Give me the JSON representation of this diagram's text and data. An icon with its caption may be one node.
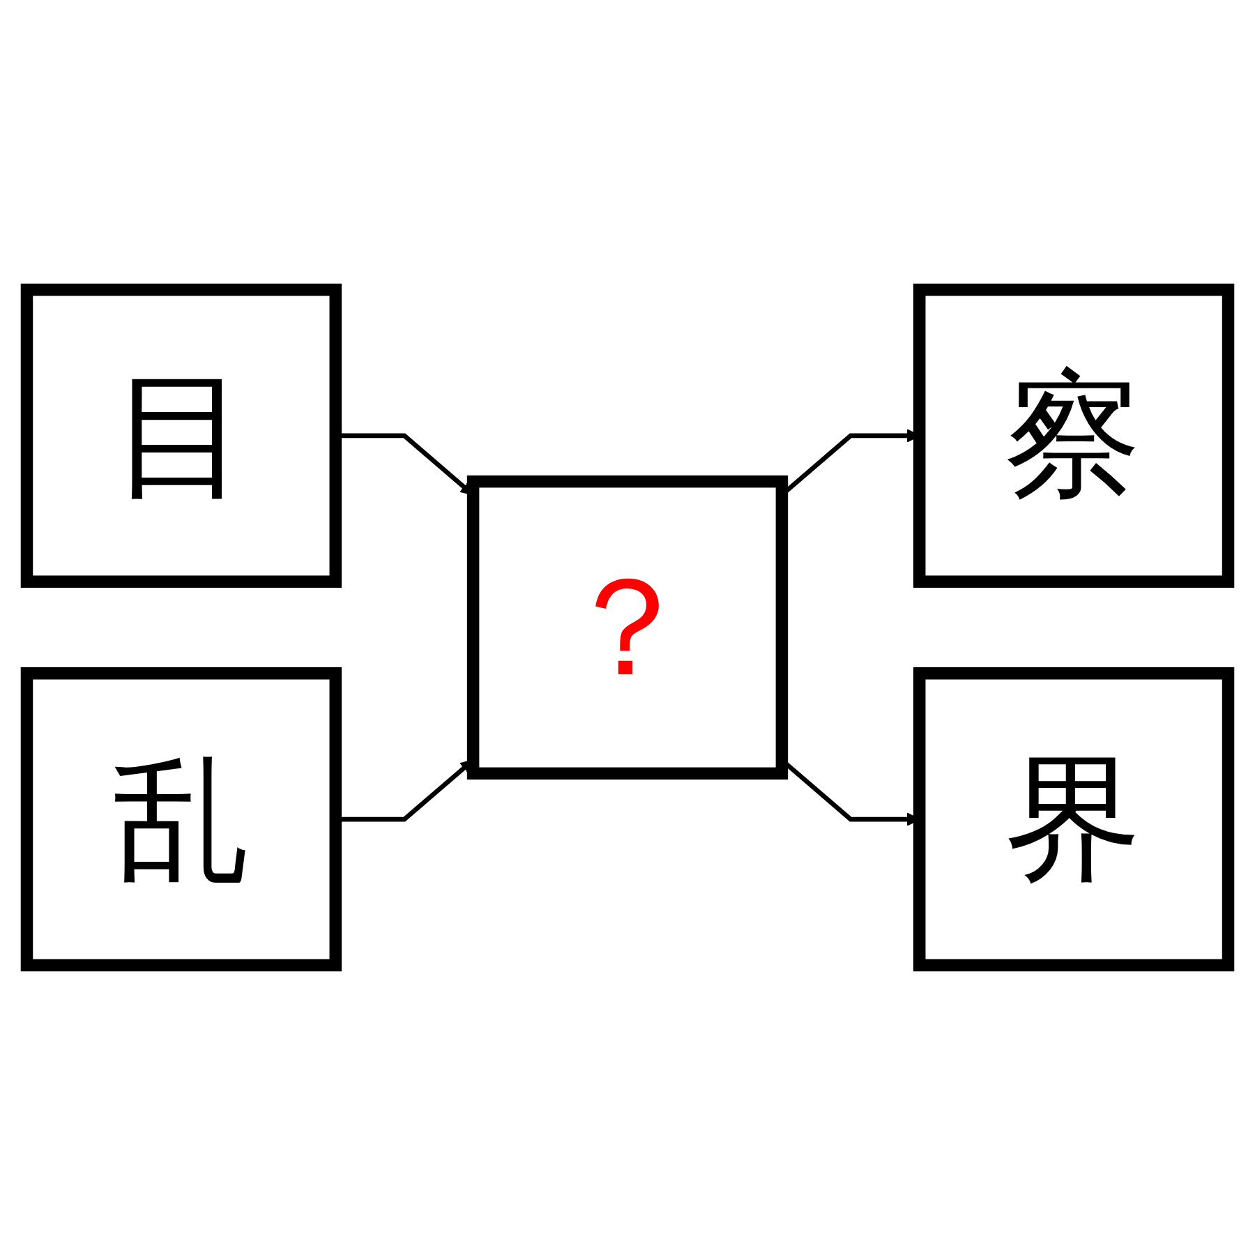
{
  "diagram": {
    "nodes": [
      {
        "text": [
          "目"
        ]
      },
      {
        "text": [
          "乱"
        ]
      },
      {
        "text": [
          "？"
        ]
      },
      {
        "text": [
          "察"
        ]
      },
      {
        "text": [
          "界"
        ]
      }
    ],
    "edges": [
      {
        "from": 0,
        "to": 2,
        "arrow": "to"
      },
      {
        "from": 1,
        "to": 2,
        "arrow": "to"
      },
      {
        "from": 2,
        "to": 3,
        "arrow": "to"
      },
      {
        "from": 2,
        "to": 4,
        "arrow": "to"
      }
    ]
  }
}
